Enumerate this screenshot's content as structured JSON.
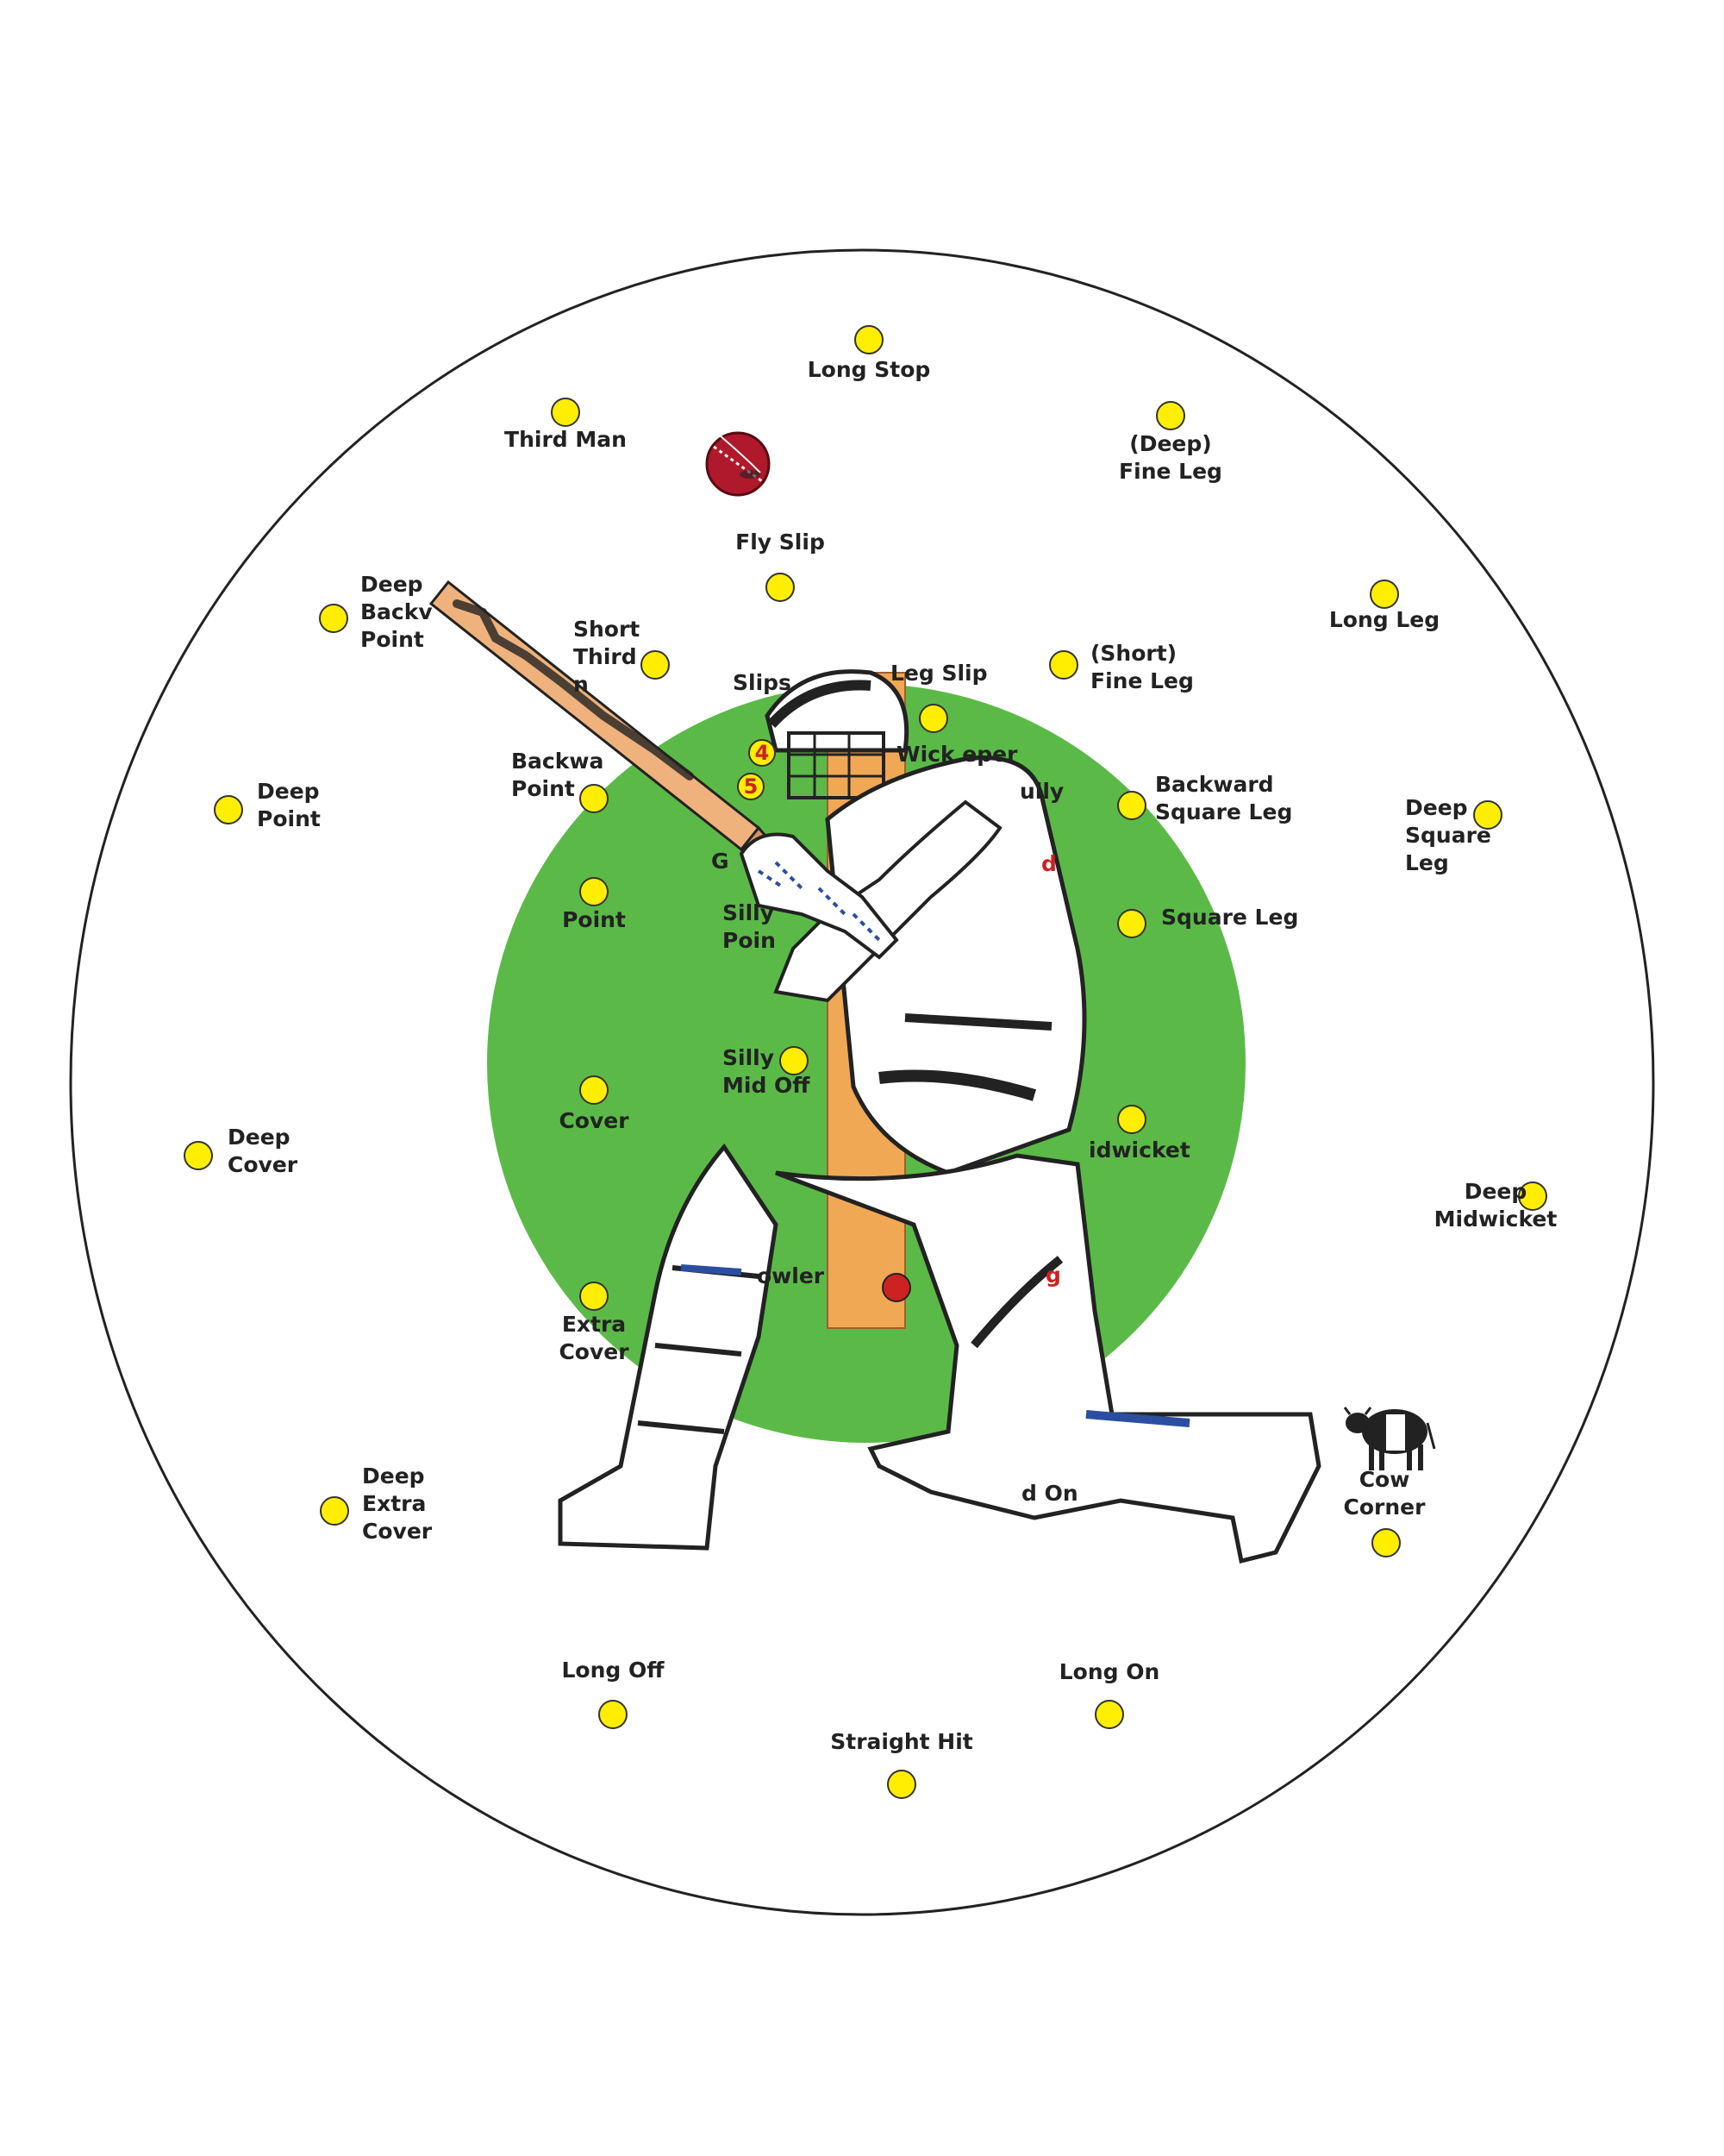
{
  "colors": {
    "marker": "#ffee00",
    "marker_stroke": "#333333",
    "infield": "#5bba47",
    "pitch": "#f0a855",
    "boundary": "#222222",
    "ball": "#b0192b"
  },
  "fielding_positions": {
    "long_stop": "Long Stop",
    "third_man": "Third Man",
    "deep_fine_leg": [
      "(Deep)",
      "Fine Leg"
    ],
    "fly_slip": "Fly Slip",
    "deep_backward_point": [
      "Deep",
      "Backv",
      "Point"
    ],
    "short_third_man": [
      "Short",
      "Third",
      "n"
    ],
    "short_fine_leg": [
      "(Short)",
      "Fine Leg"
    ],
    "long_leg": "Long Leg",
    "slips": "Slips",
    "leg_slip": "Leg Slip",
    "wicket_keeper": "Wick     eper",
    "gully": "ully",
    "backward_point": [
      "Backwa",
      "Point"
    ],
    "backward_square_leg": [
      "Backward",
      "Square Leg"
    ],
    "deep_point": [
      "Deep",
      "Point"
    ],
    "deep_square_leg": [
      "Deep",
      "Square",
      "Leg"
    ],
    "point": "Point",
    "gully_left": "G",
    "silly_point": [
      "Silly",
      "Poin"
    ],
    "square_leg": "Square Leg",
    "short_leg_partial": "d",
    "silly_mid_off": [
      "Silly",
      "Mid Off"
    ],
    "cover": "Cover",
    "midwicket": "idwicket",
    "deep_cover": [
      "Deep",
      "Cover"
    ],
    "deep_midwicket": [
      "Deep",
      "Midwicket"
    ],
    "bowler": "owler",
    "mid_on_partial": "g",
    "extra_cover": [
      "Extra",
      "Cover"
    ],
    "cow_corner": [
      "Cow",
      "Corner"
    ],
    "deep_extra_cover": [
      "Deep",
      "Extra",
      "Cover"
    ],
    "mid_on": "d On",
    "long_off": "Long Off",
    "long_on": "Long On",
    "straight_hit": "Straight Hit",
    "slip_4": "4",
    "slip_5": "5"
  }
}
